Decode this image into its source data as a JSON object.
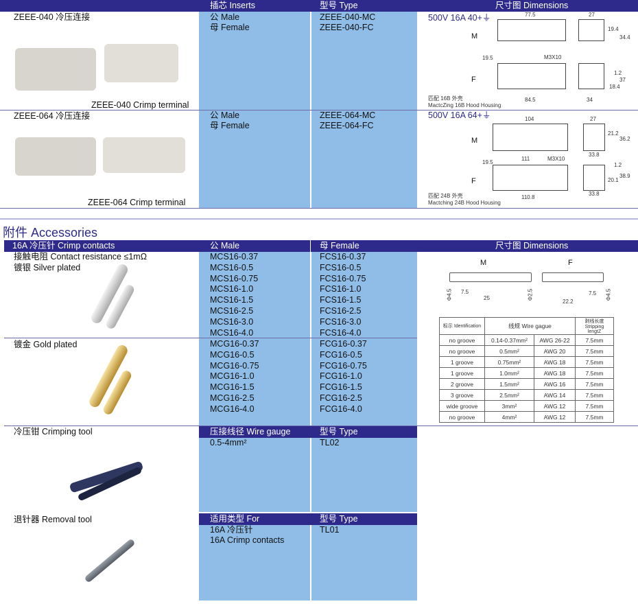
{
  "header1": {
    "insets": "插芯 Inserts",
    "type": "型号 Type",
    "dimensions": "尺寸图 Dimensions"
  },
  "products": [
    {
      "title": "ZEEE-040 冷压连接",
      "caption": "ZEEE-040 Crimp terminal",
      "male": "公 Male",
      "female": "母 Female",
      "male_type": "ZEEE-040-MC",
      "female_type": "ZEEE-040-FC",
      "rating": "500V 16A 40+⏚",
      "dims": {
        "a": "77.5",
        "b": "27",
        "c": "19.4",
        "d": "34.4",
        "e": "19.5",
        "m3": "M3X10",
        "f": "84.5",
        "g": "34",
        "h": "1.2",
        "i": "37",
        "j": "18.4",
        "M": "M",
        "F": "F"
      },
      "housing_cn": "匹配 16B 外壳",
      "housing_en": "MactcZing 16B Hood Housing"
    },
    {
      "title": "ZEEE-064 冷压连接",
      "caption": "ZEEE-064 Crimp terminal",
      "male": "公 Male",
      "female": "母 Female",
      "male_type": "ZEEE-064-MC",
      "female_type": "ZEEE-064-FC",
      "rating": "500V 16A 64+⏚",
      "dims": {
        "a": "104",
        "b": "27",
        "c": "21.2",
        "d": "36.2",
        "e": "19.5",
        "m3": "M3X10",
        "f": "110.8",
        "g": "33.8",
        "h": "1.2",
        "i": "38.9",
        "j": "20.1",
        "k": "111",
        "l": "33.8",
        "M": "M",
        "F": "F"
      },
      "housing_cn": "匹配 24B 外壳",
      "housing_en": "Mactching 24B Hood Housing"
    }
  ],
  "accessories_title": "附件 Accessories",
  "header2": {
    "contacts": "16A 冷压针 Crimp contacts",
    "male": "公 Male",
    "female": "母 Female",
    "dimensions": "尺寸图 Dimensions"
  },
  "contact_resistance": "接触电阻 Contact resistance ≤1mΩ",
  "silver": "镀银 Silver plated",
  "gold": "镀金 Gold plated",
  "silver_male": [
    "MCS16-0.37",
    "MCS16-0.5",
    "MCS16-0.75",
    "MCS16-1.0",
    "MCS16-1.5",
    "MCS16-2.5",
    "MCS16-3.0",
    "MCS16-4.0"
  ],
  "silver_female": [
    "FCS16-0.37",
    "FCS16-0.5",
    "FCS16-0.75",
    "FCS16-1.0",
    "FCS16-1.5",
    "FCS16-2.5",
    "FCS16-3.0",
    "FCS16-4.0"
  ],
  "gold_male": [
    "MCG16-0.37",
    "MCG16-0.5",
    "MCG16-0.75",
    "MCG16-1.0",
    "MCG16-1.5",
    "MCG16-2.5",
    "MCG16-4.0"
  ],
  "gold_female": [
    "FCG16-0.37",
    "FCG16-0.5",
    "FCG16-0.75",
    "FCG16-1.0",
    "FCG16-1.5",
    "FCG16-2.5",
    "FCG16-4.0"
  ],
  "pin_dims": {
    "M": "M",
    "F": "F",
    "d1": "Φ4.5",
    "l1": "7.5",
    "l2": "25",
    "d2": "Φ2.5",
    "l3": "22.2",
    "l4": "7.5",
    "d3": "Φ4.5"
  },
  "wire_table": {
    "head": [
      "标示 Identification",
      "线规 Wire gague",
      "剥线长度 Stripping lengtZ"
    ],
    "rows": [
      [
        "no groove",
        "0.14-0.37mm²",
        "AWG 26-22",
        "7.5mm"
      ],
      [
        "no groove",
        "0.5mm²",
        "AWG 20",
        "7.5mm"
      ],
      [
        "1 groove",
        "0.75mm²",
        "AWG 18",
        "7.5mm"
      ],
      [
        "1 groove",
        "1.0mm²",
        "AWG 18",
        "7.5mm"
      ],
      [
        "2 groove",
        "1.5mm²",
        "AWG 16",
        "7.5mm"
      ],
      [
        "3 groove",
        "2.5mm²",
        "AWG 14",
        "7.5mm"
      ],
      [
        "wide groove",
        "3mm²",
        "AWG 12",
        "7.5mm"
      ],
      [
        "no groove",
        "4mm²",
        "AWG 12",
        "7.5mm"
      ]
    ]
  },
  "crimp_tool": {
    "label": "冷压钳 Crimping tool",
    "h1": "压接线径 Wire gauge",
    "h2": "型号 Type",
    "gauge": "0.5-4mm²",
    "type": "TL02"
  },
  "removal_tool": {
    "label": "退针器 Removal tool",
    "h1": "适用类型 For",
    "h2": "型号 Type",
    "for1": "16A 冷压针",
    "for2": "16A Crimp contacts",
    "type": "TL01"
  }
}
